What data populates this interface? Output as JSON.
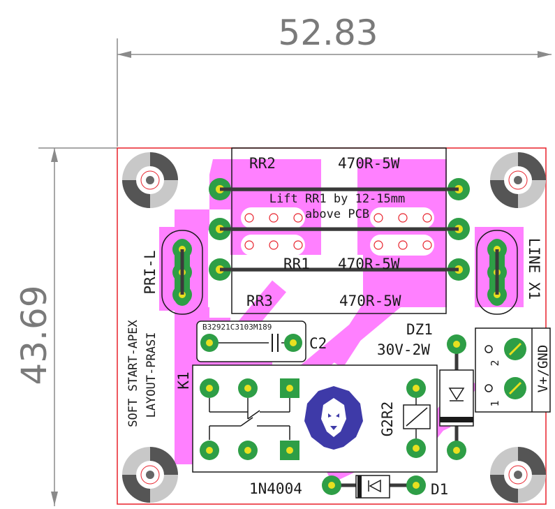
{
  "dimensions": {
    "width": "52.83",
    "height": "43.69"
  },
  "components": {
    "rr2": {
      "ref": "RR2",
      "value": "470R-5W"
    },
    "rr1": {
      "ref": "RR1",
      "value": "470R-5W"
    },
    "rr3": {
      "ref": "RR3",
      "value": "470R-5W"
    },
    "note_line1": "Lift RR1 by 12-15mm",
    "note_line2": "above PCB",
    "pri": "PRI-L",
    "line": "LINE X1",
    "c2_part": "B32921C3103M189",
    "c2_ref": "C2",
    "dz1_ref": "DZ1",
    "dz1_value": "30V-2W",
    "k1_ref": "K1",
    "g2r2": "G2R2",
    "d1_value": "1N4004",
    "d1_ref": "D1",
    "terminal_label": "V+/GND",
    "pin1": "1",
    "pin2": "2"
  },
  "credits": {
    "line1": "SOFT START-APEX",
    "line2": "LAYOUT-PRASI"
  },
  "colors": {
    "board_edge": "#e8202a",
    "copper": "#ff80ff",
    "pad": "#2e9e46",
    "hole": "#e8e020",
    "logo": "#3e3aa8"
  }
}
